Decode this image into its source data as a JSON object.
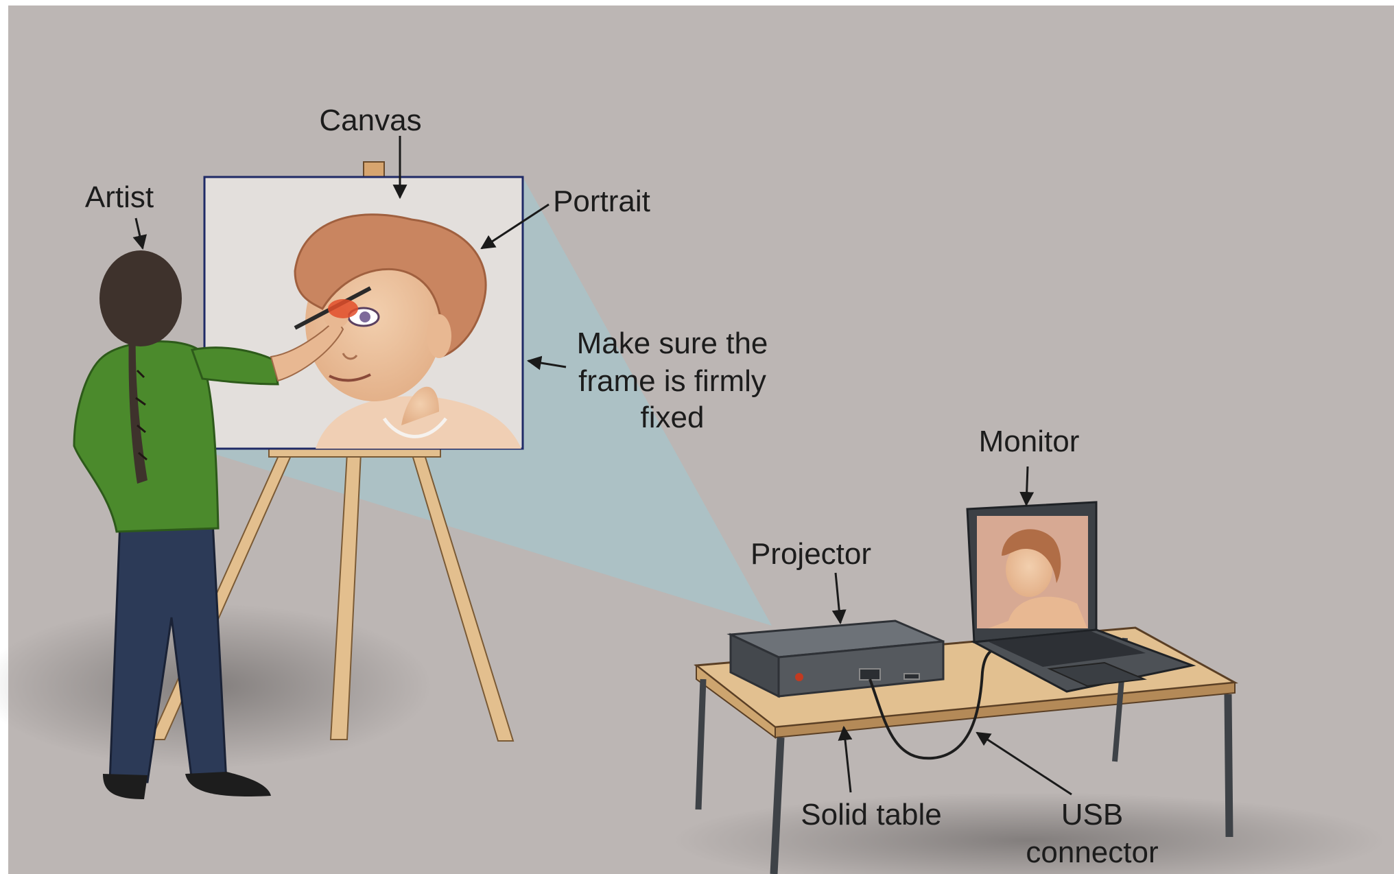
{
  "labels": {
    "canvas": "Canvas",
    "artist": "Artist",
    "portrait": "Portrait",
    "frame_note_line1": "Make sure the",
    "frame_note_line2": "frame is firmly",
    "frame_note_line3": "fixed",
    "monitor": "Monitor",
    "projector": "Projector",
    "solid_table": "Solid table",
    "usb_line1": "USB",
    "usb_line2": "connector"
  },
  "colors": {
    "wall": "#bcb6b4",
    "projection_beam": "#a9c3c8",
    "canvas_bg": "#e3dfdc",
    "wood": "#e3bf8e",
    "shirt": "#4b8a2c",
    "jeans": "#2c3a57",
    "hair": "#3e322c",
    "table_top": "#e2c090",
    "projector_body": "#4d5156",
    "arrow": "#1a1a1a"
  }
}
